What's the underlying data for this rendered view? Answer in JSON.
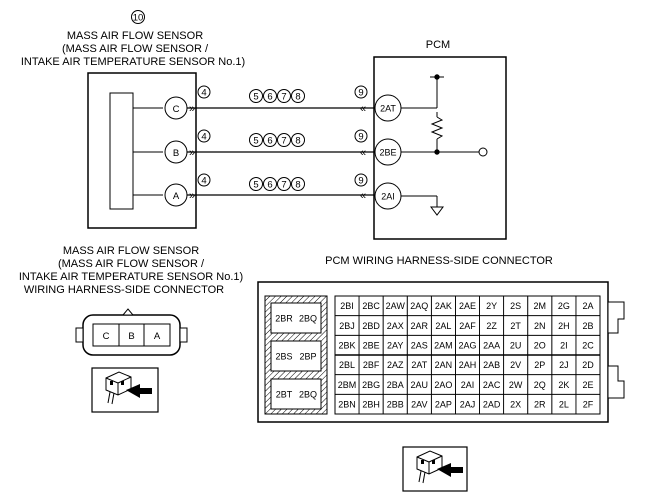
{
  "sensor": {
    "ref_number": "10",
    "title_lines": [
      "MASS AIR FLOW SENSOR",
      "(MASS AIR FLOW SENSOR /",
      "INTAKE AIR TEMPERATURE SENSOR No.1)"
    ],
    "pins": [
      "C",
      "B",
      "A"
    ]
  },
  "pcm": {
    "title": "PCM",
    "pins": [
      "2AT",
      "2BE",
      "2AI"
    ]
  },
  "wires": {
    "left_number": "4",
    "mid_numbers": [
      "5",
      "6",
      "7",
      "8"
    ],
    "right_number": "9"
  },
  "sensor_connector": {
    "caption_lines": [
      "MASS AIR FLOW SENSOR",
      "(MASS AIR FLOW SENSOR /",
      "INTAKE AIR TEMPERATURE SENSOR No.1)",
      "WIRING HARNESS-SIDE CONNECTOR"
    ],
    "cavities": [
      "C",
      "B",
      "A"
    ]
  },
  "pcm_connector": {
    "caption": "PCM WIRING HARNESS-SIDE CONNECTOR",
    "left_blocks": [
      [
        "2BR",
        "2BQ"
      ],
      [
        "2BS",
        "2BP"
      ],
      [
        "2BT",
        "2BQ"
      ]
    ],
    "rows": [
      [
        "2BI",
        "2BC",
        "2AW",
        "2AQ",
        "2AK",
        "2AE",
        "2Y",
        "2S",
        "2M",
        "2G",
        "2A"
      ],
      [
        "2BJ",
        "2BD",
        "2AX",
        "2AR",
        "2AL",
        "2AF",
        "2Z",
        "2T",
        "2N",
        "2H",
        "2B"
      ],
      [
        "2BK",
        "2BE",
        "2AY",
        "2AS",
        "2AM",
        "2AG",
        "2AA",
        "2U",
        "2O",
        "2I",
        "2C"
      ],
      [
        "2BL",
        "2BF",
        "2AZ",
        "2AT",
        "2AN",
        "2AH",
        "2AB",
        "2V",
        "2P",
        "2J",
        "2D"
      ],
      [
        "2BM",
        "2BG",
        "2BA",
        "2AU",
        "2AO",
        "2AI",
        "2AC",
        "2W",
        "2Q",
        "2K",
        "2E"
      ],
      [
        "2BN",
        "2BH",
        "2BB",
        "2AV",
        "2AP",
        "2AJ",
        "2AD",
        "2X",
        "2R",
        "2L",
        "2F"
      ]
    ]
  }
}
